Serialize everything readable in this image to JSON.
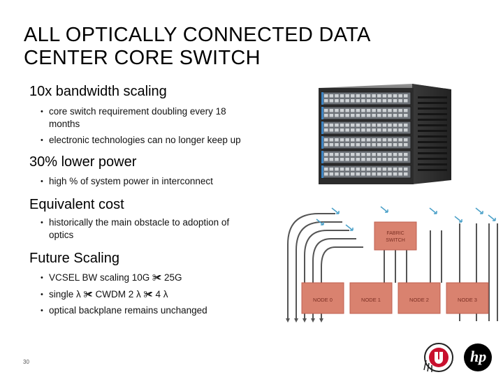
{
  "title": {
    "line1": "ALL OPTICALLY CONNECTED DATA",
    "line2": "CENTER CORE SWITCH"
  },
  "sections": [
    {
      "heading": "10x bandwidth scaling",
      "bullets": [
        "core switch requirement doubling every 18 months",
        "electronic technologies can no longer keep up"
      ]
    },
    {
      "heading": "30% lower power",
      "bullets": [
        "high % of system power in interconnect"
      ]
    },
    {
      "heading": "Equivalent cost",
      "bullets": [
        "historically the main obstacle to adoption of optics"
      ]
    },
    {
      "heading": "Future Scaling",
      "bullets": [
        "VCSEL BW scaling 10G ✀ 25G",
        "single λ ✀ CWDM 2 λ ✀ 4 λ",
        "optical backplane remains unchanged"
      ]
    }
  ],
  "bullet_glyph": "•",
  "page_number": "30",
  "diagram": {
    "fabric_label_1": "FABRIC",
    "fabric_label_2": "SWITCH",
    "nodes": [
      "NODE 0",
      "NODE 1",
      "NODE 2",
      "NODE 3"
    ],
    "box_fill": "#d9826f",
    "box_stroke": "#c06050",
    "line_color": "#555555",
    "arrow_color": "#4aa0c8"
  },
  "logos": {
    "hp": "hp"
  }
}
